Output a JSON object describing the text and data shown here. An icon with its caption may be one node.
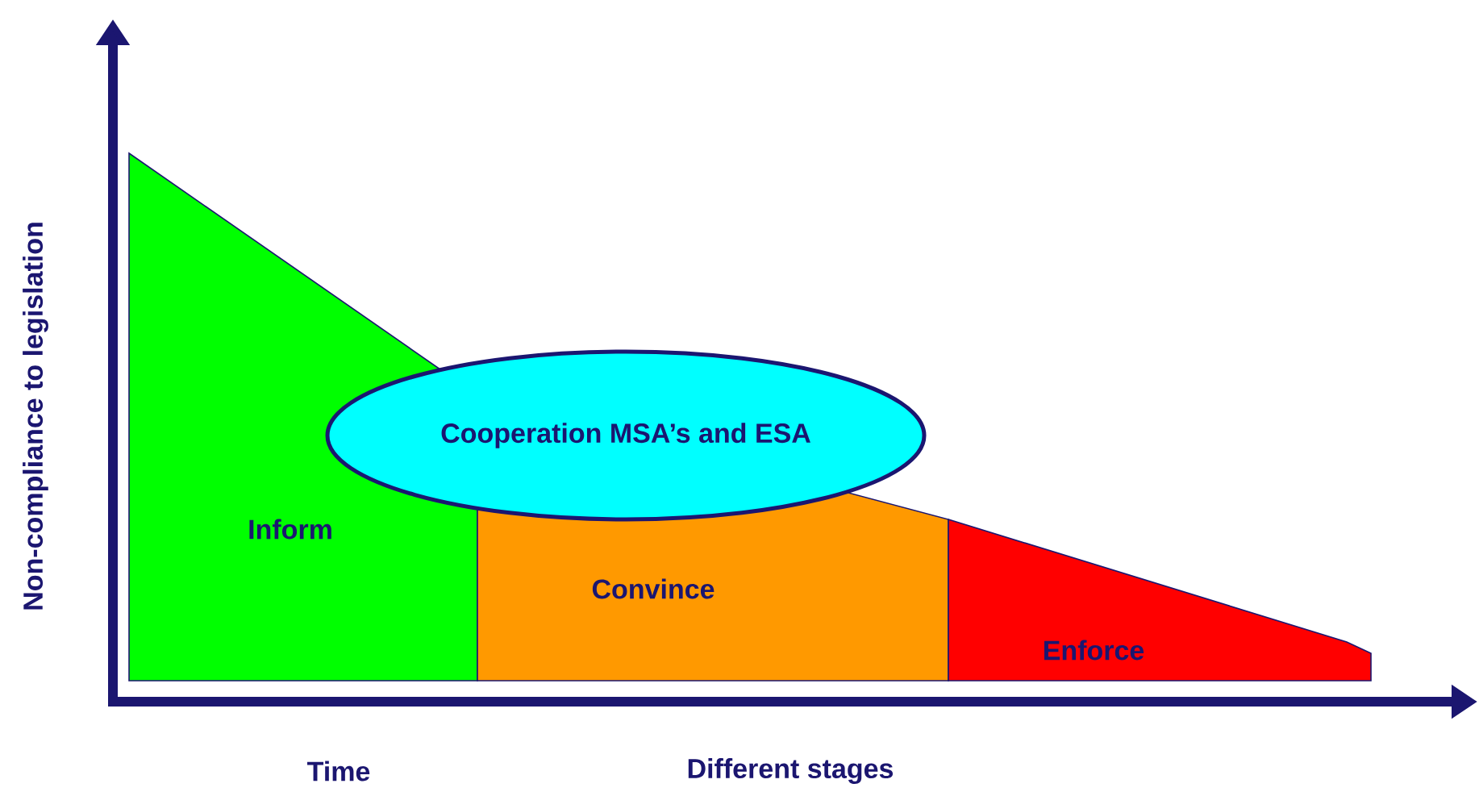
{
  "diagram": {
    "nodes": [
      {
        "text": [
          "Inform"
        ]
      },
      {
        "text": [
          "Convince"
        ]
      },
      {
        "text": [
          "Enforce"
        ]
      },
      {
        "text": [
          "Cooperation MSA’s and ESA"
        ]
      }
    ],
    "labels": [
      "Non-compliance to legislation",
      "Time",
      "Different stages"
    ]
  }
}
